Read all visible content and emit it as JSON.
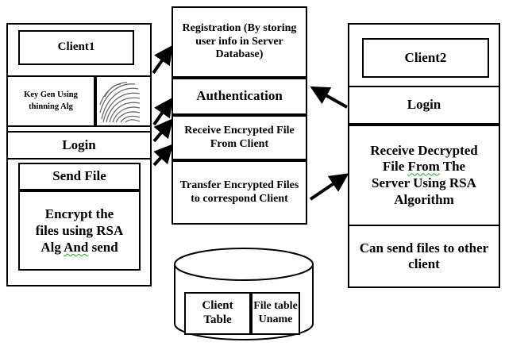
{
  "client1": {
    "title": "Client1",
    "keygen": "Key Gen Using thinning Alg",
    "fingerprint_icon": "fingerprint-icon",
    "login": "Login",
    "send_file": "Send File",
    "encrypt_line1": "Encrypt the",
    "encrypt_line2": "files using RSA",
    "encrypt_line3_a": "Alg ",
    "encrypt_line3_b": "And",
    "encrypt_line3_c": " send"
  },
  "server": {
    "registration": "Registration (By storing user info in Server Database)",
    "authentication": "Authentication",
    "receive_encrypted": "Receive Encrypted File From Client",
    "transfer_encrypted": "Transfer Encrypted Files to correspond Client"
  },
  "client2": {
    "title": "Client2",
    "login": "Login",
    "receive_line1": "Receive Decrypted",
    "receive_line2_a": "File ",
    "receive_line2_b": "From",
    "receive_line2_c": " The",
    "receive_line3": "Server Using RSA",
    "receive_line4": "Algorithm",
    "can_send": "Can send files to other client"
  },
  "database": {
    "client_table": "Client Table",
    "file_table": "File table Uname"
  }
}
